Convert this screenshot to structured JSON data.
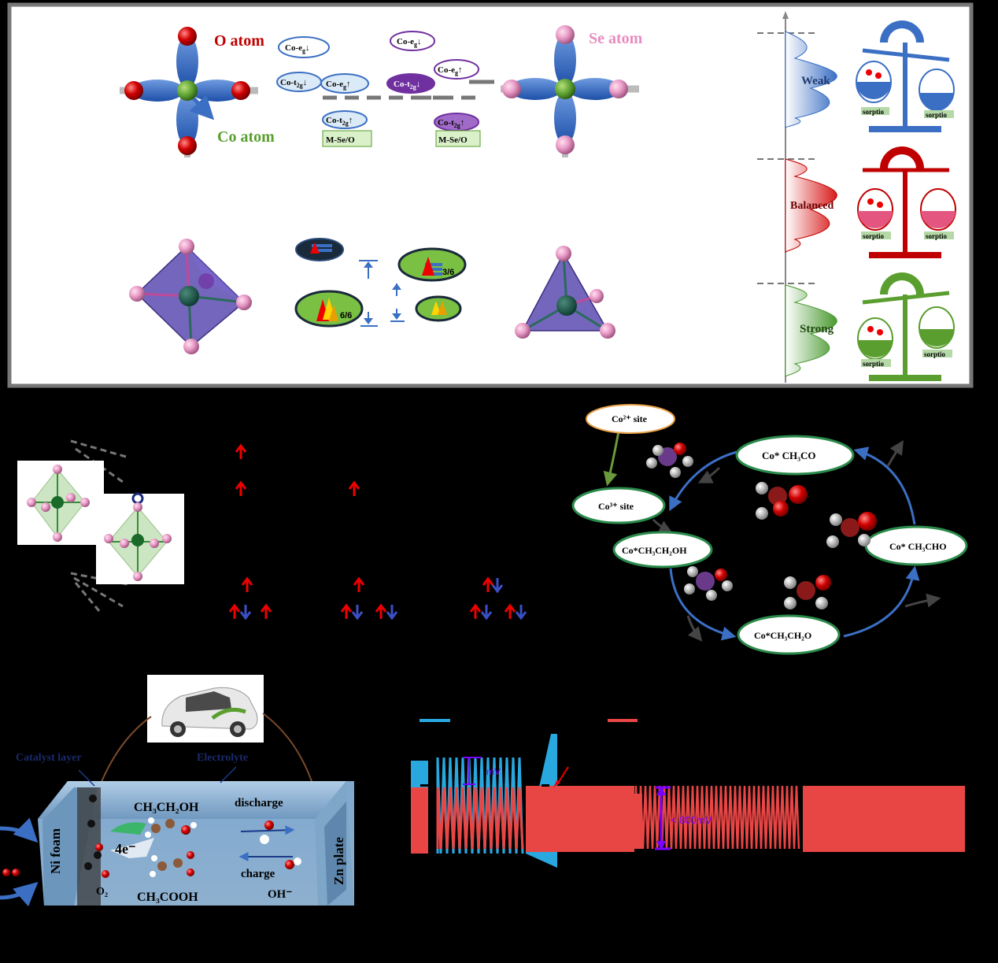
{
  "panel_a": {
    "o_atom": "O atom",
    "se_atom": "Se atom",
    "co_atom": "Co atom",
    "orbitals_left": {
      "eg_down": "Co-e",
      "t2g_down": "Co-t",
      "eg_up": "Co-e",
      "t2g_up": "Co-t",
      "mseo": "M-Se/O"
    },
    "orbitals_right": {
      "eg_down": "Co-e",
      "eg_up": "Co-e",
      "t2g_down": "Co-t",
      "t2g_up": "Co-t",
      "mseo": "M-Se/O"
    },
    "sub_eg": "g",
    "sub_t2g": "2g",
    "arrow_down": "↓",
    "arrow_up": "↑",
    "occupancy_high": "6/6",
    "occupancy_mid": "3/6"
  },
  "panel_b": {
    "weak": "Weak",
    "balanced": "Balanced",
    "strong": "Strong",
    "sorption": "sorptio",
    "colors": {
      "weak": "#1f5fb4",
      "balanced": "#c00000",
      "strong": "#5a9e2f"
    }
  },
  "panel_d": {
    "co2_site": "Co²⁺ site",
    "co3_site": "Co³⁺ site",
    "ethanol": "Co*CH₃CH₂OH",
    "ethoxy": "Co*CH₃CH₂O",
    "acetaldehyde": "Co* CH₃CHO",
    "acetyl": "Co* CH₃CO"
  },
  "panel_e": {
    "catalyst_layer": "Catalyst layer",
    "electrolyte": "Electrolyte",
    "ni_foam": "Ni foam",
    "zn_plate": "Zn plate",
    "ethanol": "CH₃CH₂OH",
    "acetic_acid": "CH₃COOH",
    "discharge": "discharge",
    "charge": "charge",
    "electrons": "4e⁻",
    "o2": "O₂",
    "oh": "OH⁻"
  },
  "panel_f": {
    "gap_label_small": "mV",
    "gap_label_large": "< 800mV",
    "colors": {
      "blue": "#29a8e0",
      "red": "#e84545"
    }
  }
}
